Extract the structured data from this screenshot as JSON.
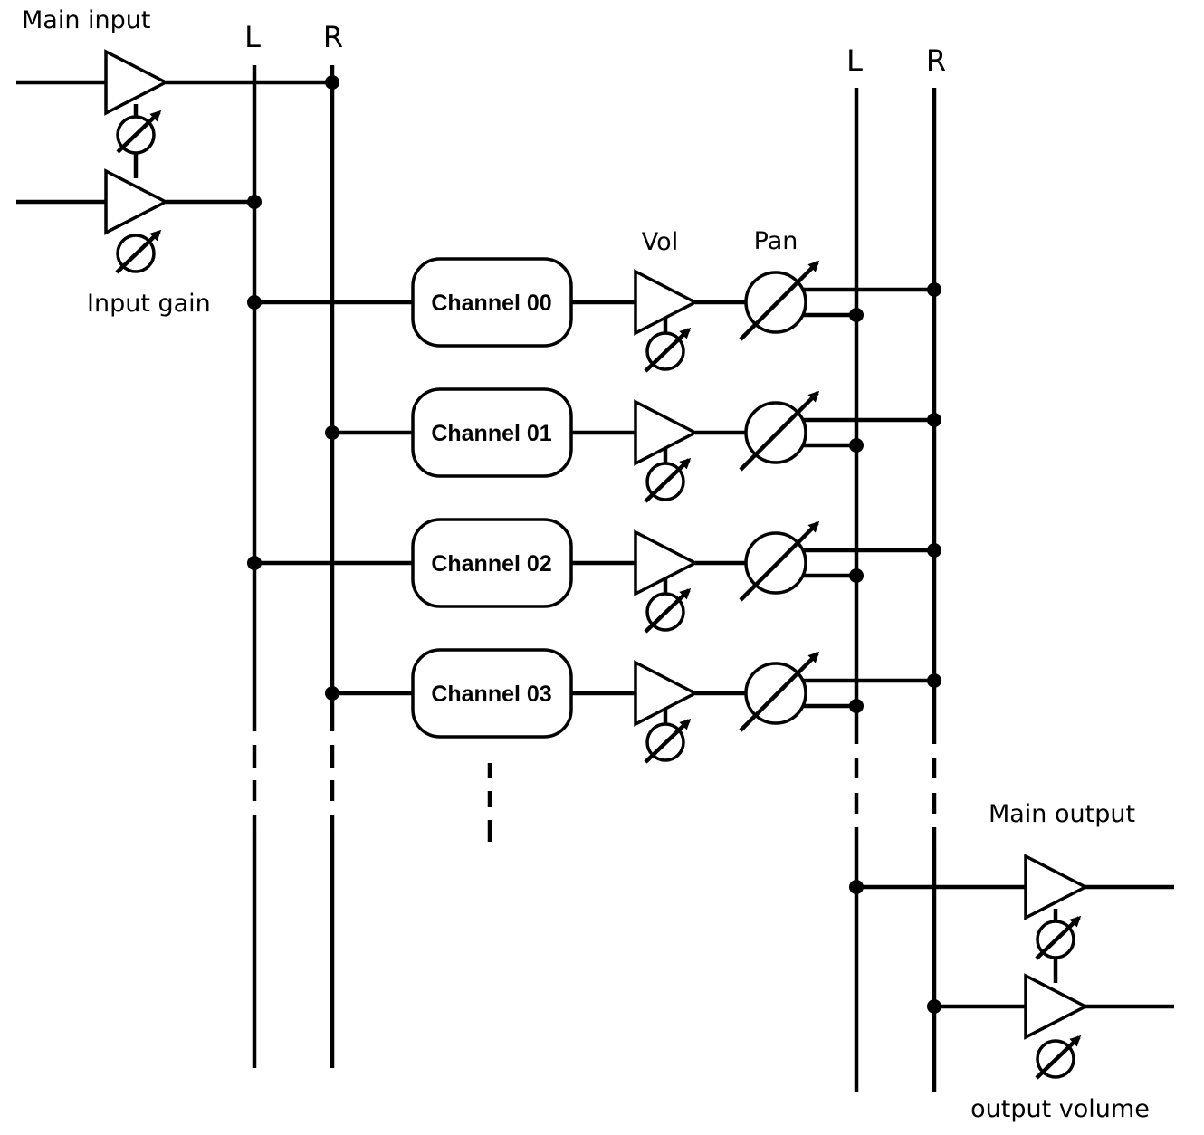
{
  "labels": {
    "main_input": "Main input",
    "input_gain": "Input gain",
    "vol": "Vol",
    "pan": "Pan",
    "main_output": "Main output",
    "output_volume": "output volume"
  },
  "buses": {
    "input_left": "L",
    "input_right": "R",
    "output_left": "L",
    "output_right": "R"
  },
  "channels": [
    {
      "name": "Channel 00",
      "source": "L"
    },
    {
      "name": "Channel 01",
      "source": "R"
    },
    {
      "name": "Channel 02",
      "source": "L"
    },
    {
      "name": "Channel 03",
      "source": "R"
    }
  ]
}
